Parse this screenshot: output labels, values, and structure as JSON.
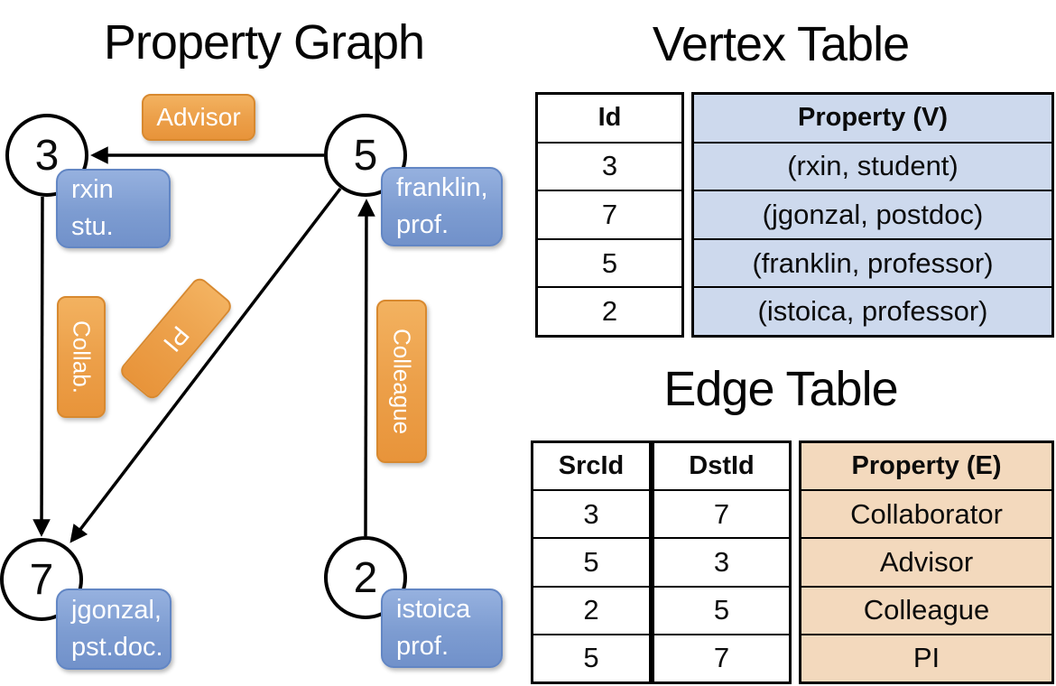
{
  "colors": {
    "edge_label_orange": "#ec9d46",
    "vertex_box_blue": "#7d9cd1",
    "vertex_table_fill": "#cdd9ed",
    "edge_table_fill": "#f3d9bd",
    "line_black": "#000000"
  },
  "graph": {
    "title": "Property Graph",
    "nodes": [
      {
        "id": "3",
        "property": "rxin\nstu."
      },
      {
        "id": "5",
        "property": "franklin,\nprof."
      },
      {
        "id": "7",
        "property": "jgonzal,\npst.doc."
      },
      {
        "id": "2",
        "property": "istoica\nprof."
      }
    ],
    "edge_labels": [
      {
        "text": "Advisor"
      },
      {
        "text": "Collab."
      },
      {
        "text": "PI"
      },
      {
        "text": "Colleague"
      }
    ]
  },
  "vertex_table": {
    "title": "Vertex Table",
    "headers": {
      "id": "Id",
      "property": "Property (V)"
    },
    "rows": [
      {
        "id": "3",
        "property": "(rxin, student)"
      },
      {
        "id": "7",
        "property": "(jgonzal, postdoc)"
      },
      {
        "id": "5",
        "property": "(franklin, professor)"
      },
      {
        "id": "2",
        "property": "(istoica, professor)"
      }
    ]
  },
  "edge_table": {
    "title": "Edge Table",
    "headers": {
      "src": "SrcId",
      "dst": "DstId",
      "property": "Property (E)"
    },
    "rows": [
      {
        "src": "3",
        "dst": "7",
        "property": "Collaborator"
      },
      {
        "src": "5",
        "dst": "3",
        "property": "Advisor"
      },
      {
        "src": "2",
        "dst": "5",
        "property": "Colleague"
      },
      {
        "src": "5",
        "dst": "7",
        "property": "PI"
      }
    ]
  }
}
